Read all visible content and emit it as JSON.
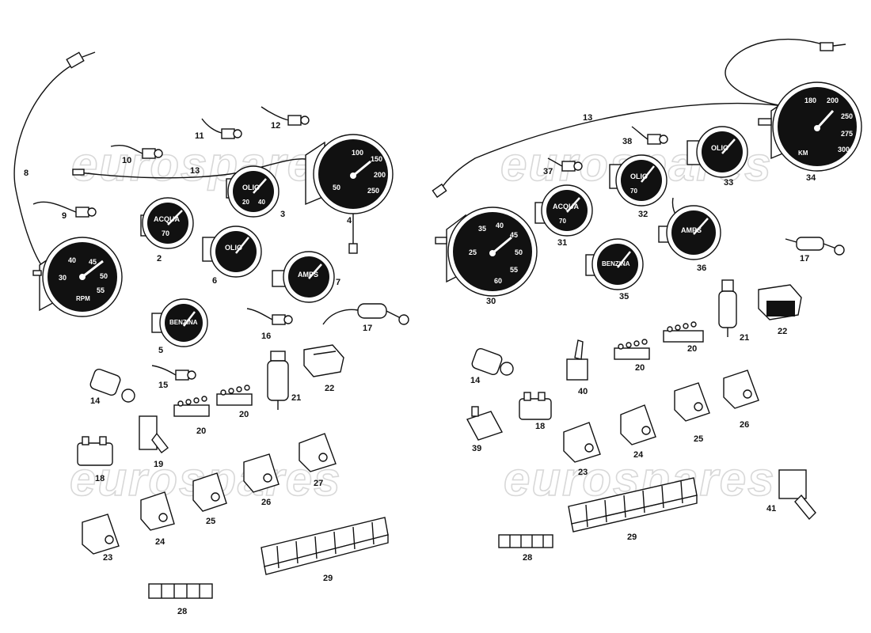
{
  "watermark": "eurospares",
  "gauge_text": {
    "acqua": "ACQUA",
    "olio": "OLIO",
    "amps": "AMPS",
    "benzina": "BENZINA",
    "rpm": "RPM",
    "km": "KM"
  },
  "left_labels": [
    "8",
    "9",
    "11",
    "12",
    "10",
    "13",
    "4",
    "3",
    "2",
    "6",
    "7",
    "5",
    "16",
    "17",
    "14",
    "15",
    "21",
    "22",
    "20",
    "20",
    "19",
    "18",
    "27",
    "26",
    "25",
    "24",
    "23",
    "29",
    "28"
  ],
  "right_labels": [
    "13",
    "38",
    "37",
    "33",
    "34",
    "32",
    "31",
    "36",
    "17",
    "30",
    "35",
    "21",
    "22",
    "20",
    "20",
    "14",
    "40",
    "25",
    "26",
    "18",
    "39",
    "24",
    "23",
    "41",
    "29",
    "28"
  ],
  "colors": {
    "ink": "#111111",
    "watermark": "#d8d8d8",
    "paper": "#ffffff"
  }
}
